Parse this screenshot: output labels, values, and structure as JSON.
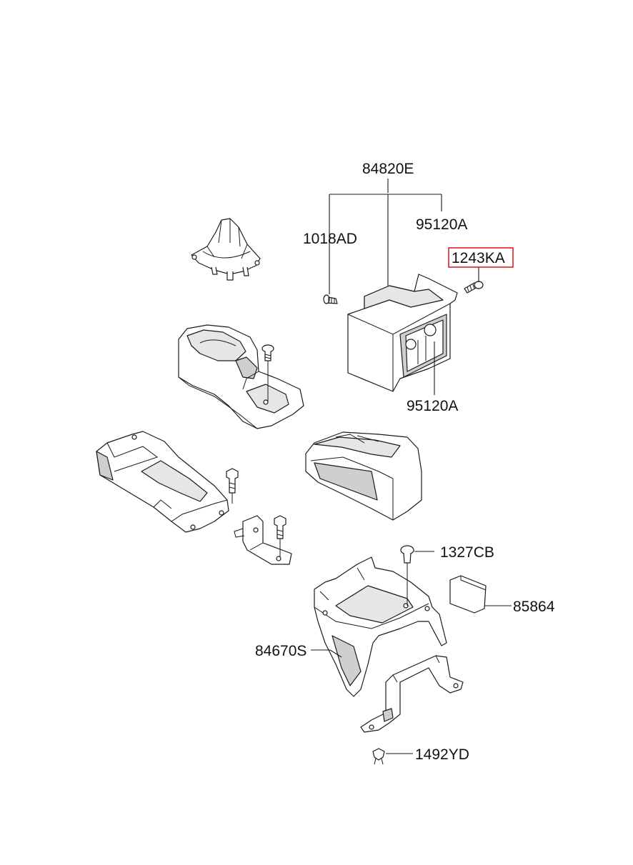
{
  "callouts": {
    "p84820E": "84820E",
    "p95120A_top": "95120A",
    "p1018AD": "1018AD",
    "p1243KA": "1243KA",
    "p95120A_bottom": "95120A",
    "p1327CB": "1327CB",
    "p85864": "85864",
    "p84670S": "84670S",
    "p1492YD": "1492YD"
  },
  "highlighted_part": "1243KA",
  "highlight_color": "#e0201e"
}
